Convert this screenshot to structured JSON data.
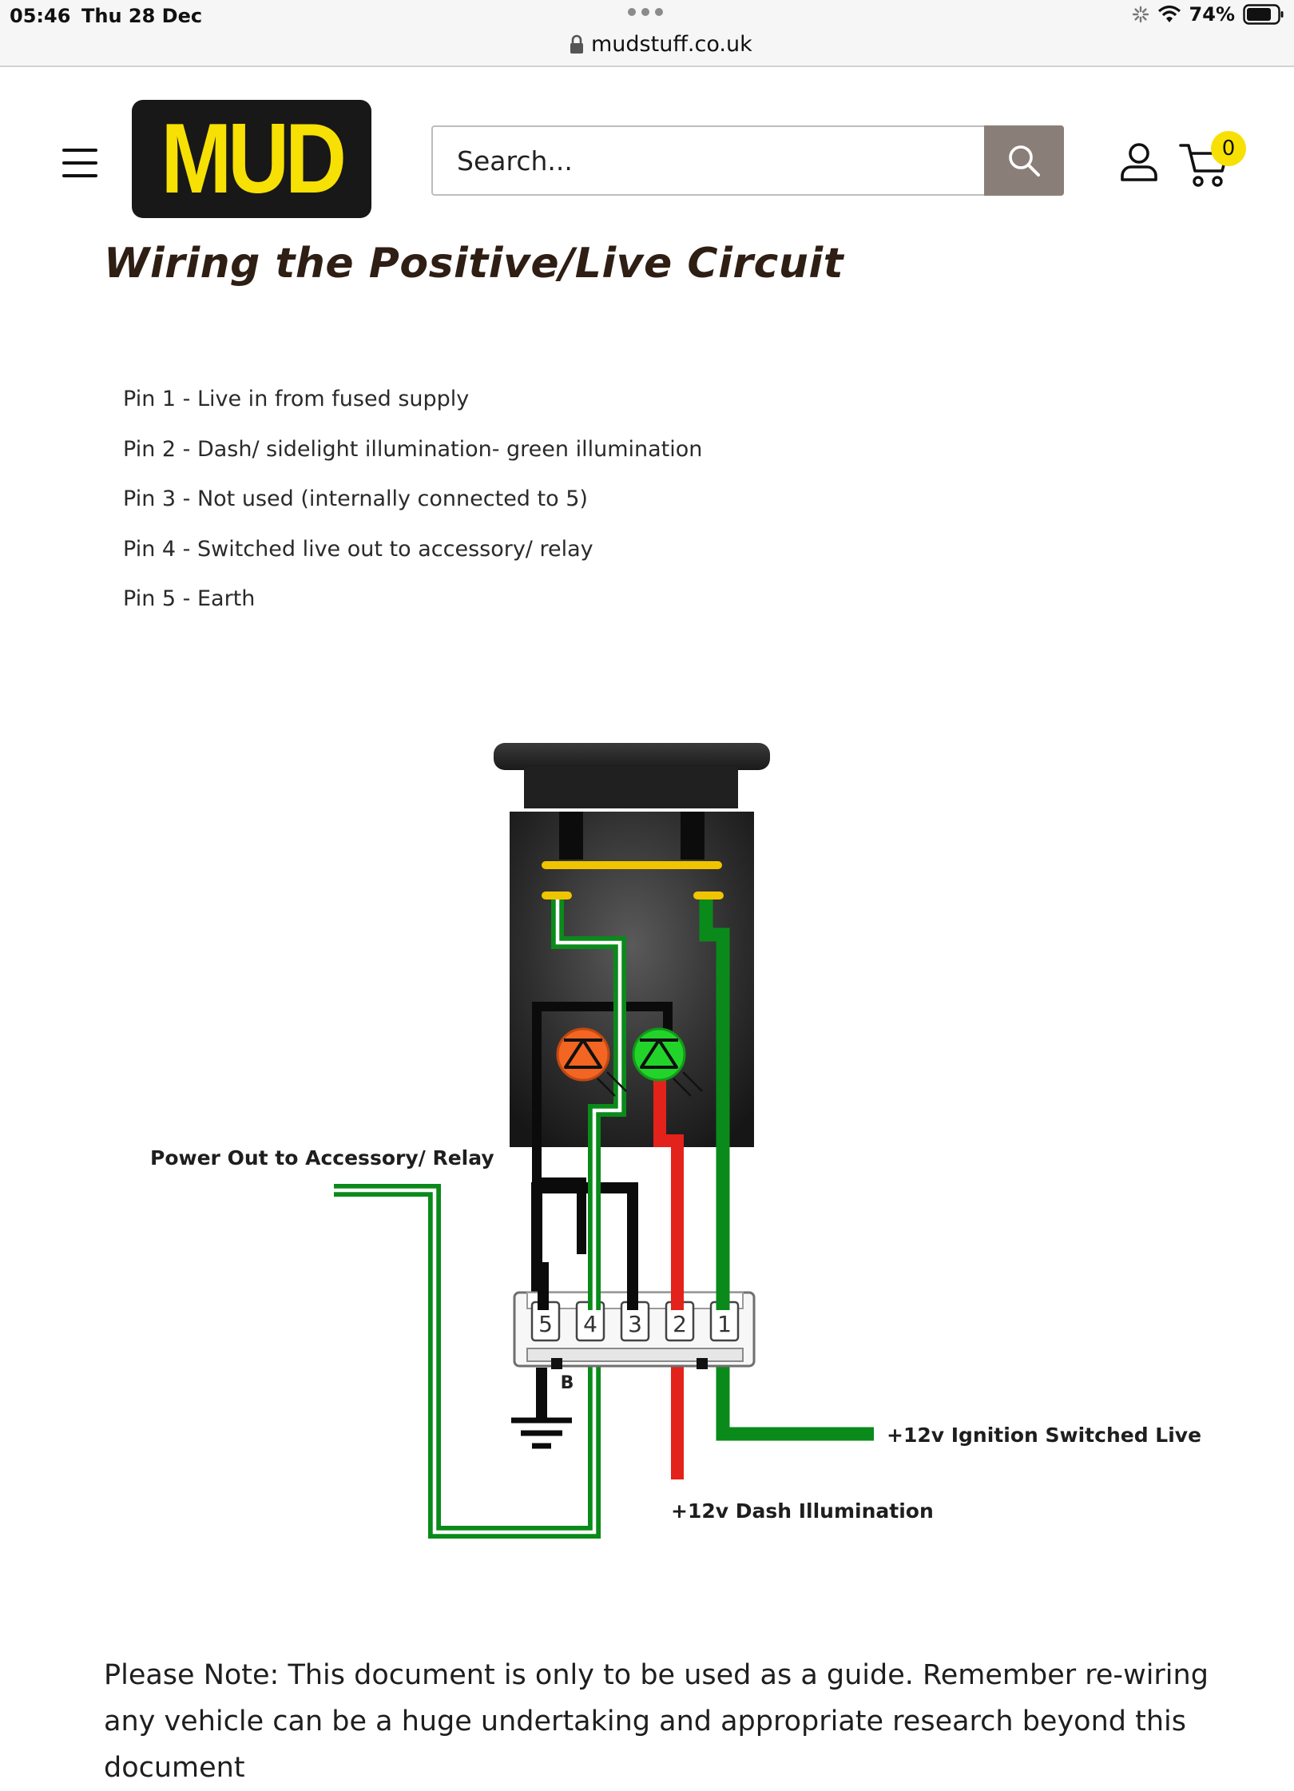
{
  "status_bar": {
    "time": "05:46",
    "date": "Thu 28 Dec",
    "url": "mudstuff.co.uk",
    "battery_percent": "74%"
  },
  "header": {
    "logo_text": "MUD",
    "search_placeholder": "Search...",
    "cart_count": "0"
  },
  "content": {
    "heading": "Wiring the Positive/Live Circuit",
    "pins": [
      "Pin 1 - Live in from fused supply",
      "Pin 2 - Dash/ sidelight illumination- green illumination",
      "Pin 3 - Not used (internally connected to 5)",
      "Pin 4 - Switched live out to accessory/ relay",
      "Pin 5 - Earth"
    ],
    "diagram": {
      "label_power_out": "Power Out to Accessory/ Relay",
      "label_ignition": "+12v Ignition Switched Live",
      "label_dash": "+12v Dash Illumination",
      "terminal_labels": [
        "5",
        "4",
        "3",
        "2",
        "1"
      ],
      "ground_label": "B"
    },
    "note": "Please Note: This document is only to be used as a guide. Remember re-wiring any vehicle can be a huge undertaking and appropriate research beyond this document"
  },
  "colors": {
    "brand_yellow": "#f7e003",
    "logo_bg": "#181818",
    "search_button": "#8a7f78",
    "heading": "#2e1e14",
    "wire_green": "#0a8a1a",
    "wire_red": "#e3221b",
    "led_orange": "#f26522",
    "led_green": "#22d42a"
  }
}
